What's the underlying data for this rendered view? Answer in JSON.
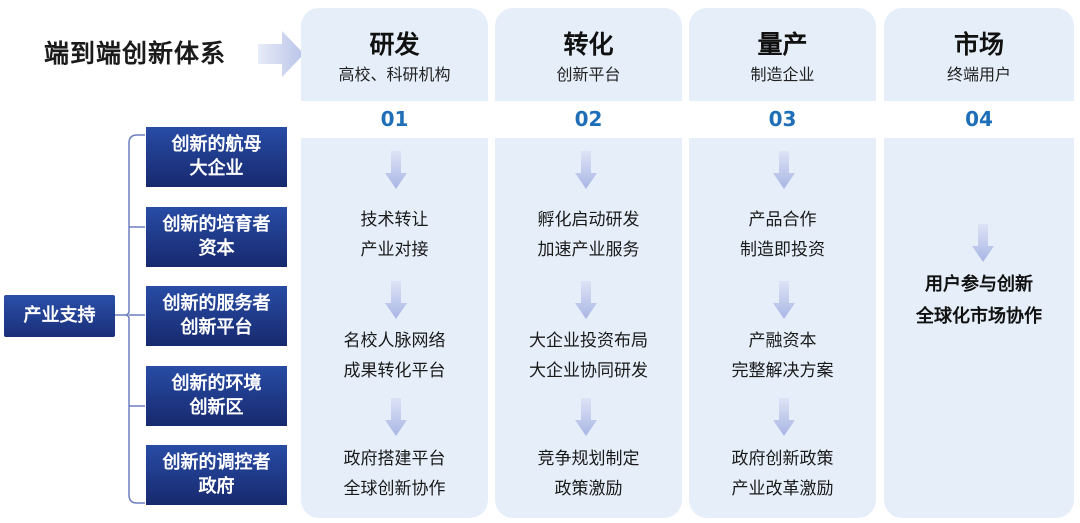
{
  "title": "端到端创新体系",
  "support": "产业支持",
  "roles": [
    {
      "line1": "创新的航母",
      "line2": "大企业"
    },
    {
      "line1": "创新的培育者",
      "line2": "资本"
    },
    {
      "line1": "创新的服务者",
      "line2": "创新平台"
    },
    {
      "line1": "创新的环境",
      "line2": "创新区"
    },
    {
      "line1": "创新的调控者",
      "line2": "政府"
    }
  ],
  "columns": [
    {
      "name": "研发",
      "sub": "高校、科研机构",
      "num": "01",
      "items": [
        [
          "技术转让",
          "产业对接"
        ],
        [
          "名校人脉网络",
          "成果转化平台"
        ],
        [
          "政府搭建平台",
          "全球创新协作"
        ]
      ]
    },
    {
      "name": "转化",
      "sub": "创新平台",
      "num": "02",
      "items": [
        [
          "孵化启动研发",
          "加速产业服务"
        ],
        [
          "大企业投资布局",
          "大企业协同研发"
        ],
        [
          "竞争规划制定",
          "政策激励"
        ]
      ]
    },
    {
      "name": "量产",
      "sub": "制造企业",
      "num": "03",
      "items": [
        [
          "产品合作",
          "制造即投资"
        ],
        [
          "产融资本",
          "完整解决方案"
        ],
        [
          "政府创新政策",
          "产业改革激励"
        ]
      ]
    },
    {
      "name": "市场",
      "sub": "终端用户",
      "num": "04",
      "items": [
        [
          "用户参与创新",
          "全球化市场协作"
        ]
      ]
    }
  ],
  "colors": {
    "column_bg": "#e6eff9",
    "number": "#1e6fb8",
    "role_box": "#1f3a8c",
    "arrow": "#b4bfe6"
  }
}
